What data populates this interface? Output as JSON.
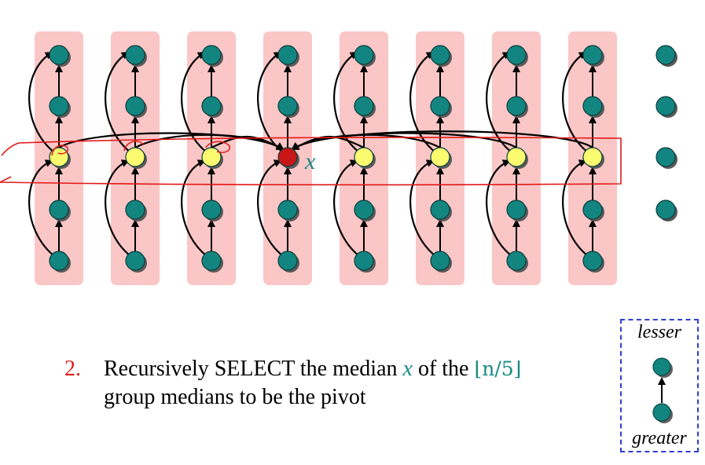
{
  "diagram": {
    "groups": 8,
    "extra_column_nodes": 4,
    "pivot_label": "x",
    "colors": {
      "group_bg": "#fbc6c6",
      "node": "#138581",
      "median": "#fbfb70",
      "pivot": "#c81616",
      "annotation": "#e11919",
      "accent": "#178b82"
    }
  },
  "step": {
    "number": "2.",
    "text_before": "Recursively SELECT the median ",
    "var": "x",
    "text_mid": " of the ",
    "floor_expr": "⌊n/5⌋",
    "line2": "group medians to be the pivot"
  },
  "legend": {
    "lesser": "lesser",
    "greater": "greater"
  }
}
